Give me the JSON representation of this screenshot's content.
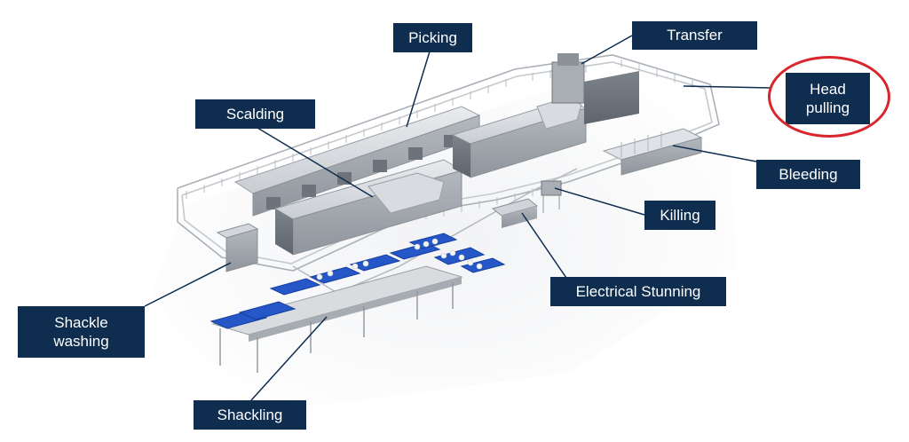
{
  "diagram": {
    "subject": "poultry processing line",
    "colors": {
      "label_bg": "#0f2d4f",
      "label_text": "#ffffff",
      "leader_line": "#0f2d4f",
      "highlight": "#d9262c",
      "machine": "#bfc3c8",
      "crate": "#2557c9"
    },
    "stations": [
      {
        "id": "picking",
        "text": "Picking"
      },
      {
        "id": "transfer",
        "text": "Transfer"
      },
      {
        "id": "scalding",
        "text": "Scalding"
      },
      {
        "id": "head-pulling",
        "text": "Head\npulling"
      },
      {
        "id": "bleeding",
        "text": "Bleeding"
      },
      {
        "id": "killing",
        "text": "Killing"
      },
      {
        "id": "electrical-stunning",
        "text": "Electrical Stunning"
      },
      {
        "id": "shackle-washing",
        "text": "Shackle\nwashing"
      },
      {
        "id": "shackling",
        "text": "Shackling"
      }
    ],
    "highlighted_station": "Head pulling"
  }
}
